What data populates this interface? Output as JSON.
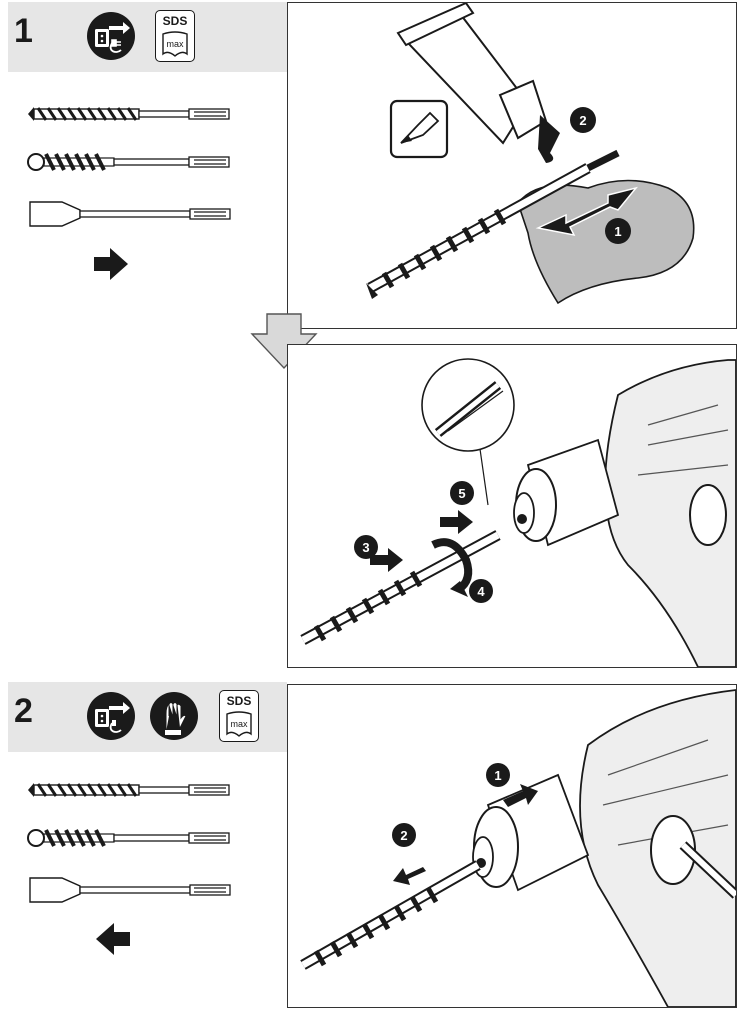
{
  "steps": [
    {
      "number": "1",
      "icons": [
        "unplug-icon",
        "sds-max-icon"
      ],
      "sds_label_top": "SDS",
      "sds_label_bottom": "max",
      "direction": "insert",
      "panels": [
        {
          "name": "clean-and-grease",
          "callouts": [
            "1",
            "2"
          ]
        },
        {
          "name": "insert-bit",
          "callouts": [
            "3",
            "4",
            "5"
          ]
        }
      ]
    },
    {
      "number": "2",
      "icons": [
        "unplug-icon",
        "gloves-icon",
        "sds-max-icon"
      ],
      "sds_label_top": "SDS",
      "sds_label_bottom": "max",
      "direction": "remove",
      "panels": [
        {
          "name": "remove-bit",
          "callouts": [
            "1",
            "2"
          ]
        }
      ]
    }
  ],
  "colors": {
    "header_band": "#e6e6e6",
    "ink": "#1a1a1a",
    "flow_arrow": "#d9d9d9",
    "cloth": "#bdbdbd"
  }
}
